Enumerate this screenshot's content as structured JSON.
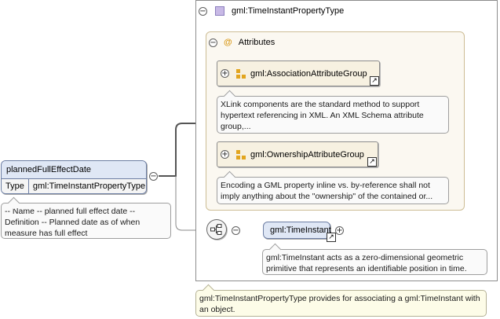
{
  "type_box": {
    "title": "gml:TimeInstantPropertyType",
    "attributes": {
      "label": "Attributes",
      "icon": "at-sign-icon",
      "groups": [
        {
          "name": "gml:AssociationAttributeGroup",
          "note": "XLink components are the standard method to support hypertext referencing in XML. An XML Schema attribute group,..."
        },
        {
          "name": "gml:OwnershipAttributeGroup",
          "note": "Encoding a GML property inline vs. by-reference shall not imply anything about the \"ownership\" of the contained or..."
        }
      ]
    },
    "sequence": {
      "icon": "sequence-icon",
      "child": {
        "name": "gml:TimeInstant",
        "note": "gml:TimeInstant acts as a zero-dimensional geometric primitive that represents an identifiable position in time."
      }
    },
    "note": "gml:TimeInstantPropertyType provides for associating a gml:TimeInstant with an object."
  },
  "element": {
    "name": "plannedFullEffectDate",
    "type_label": "Type",
    "type_value": "gml:TimeInstantPropertyType",
    "note": "-- Name -- planned full effect date -- Definition -- Planned date as of when measure has full effect"
  },
  "controls": {
    "collapse": "⊖",
    "expand": "⊕",
    "collapse_glyph": "−",
    "expand_glyph": "+",
    "link_glyph": "↗",
    "at_glyph": "@"
  },
  "colors": {
    "element_fill": "#dfe7f5",
    "group_fill": "#f7f1e1",
    "attributes_fill": "#fbf8f1",
    "group_icon": "#e2a51e",
    "type_icon": "#c8b9e6"
  }
}
